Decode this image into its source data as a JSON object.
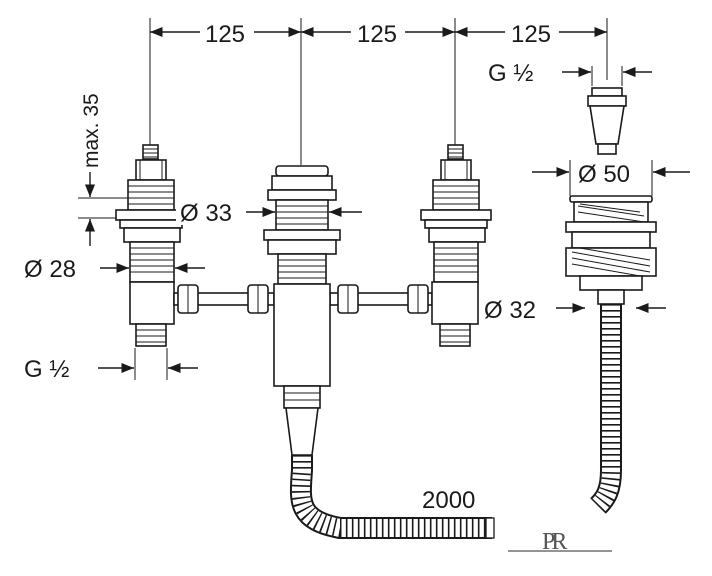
{
  "dimensions": {
    "spacing_1": "125",
    "spacing_2": "125",
    "spacing_3": "125",
    "max_height": "max. 35",
    "valve_diameter": "Ø 28",
    "mixer_diameter": "Ø 33",
    "thread_left": "G ½",
    "thread_spout": "G ½",
    "spout_diameter": "Ø 50",
    "hose_diameter": "Ø 32",
    "hose_length": "2000"
  },
  "logo": "PR"
}
